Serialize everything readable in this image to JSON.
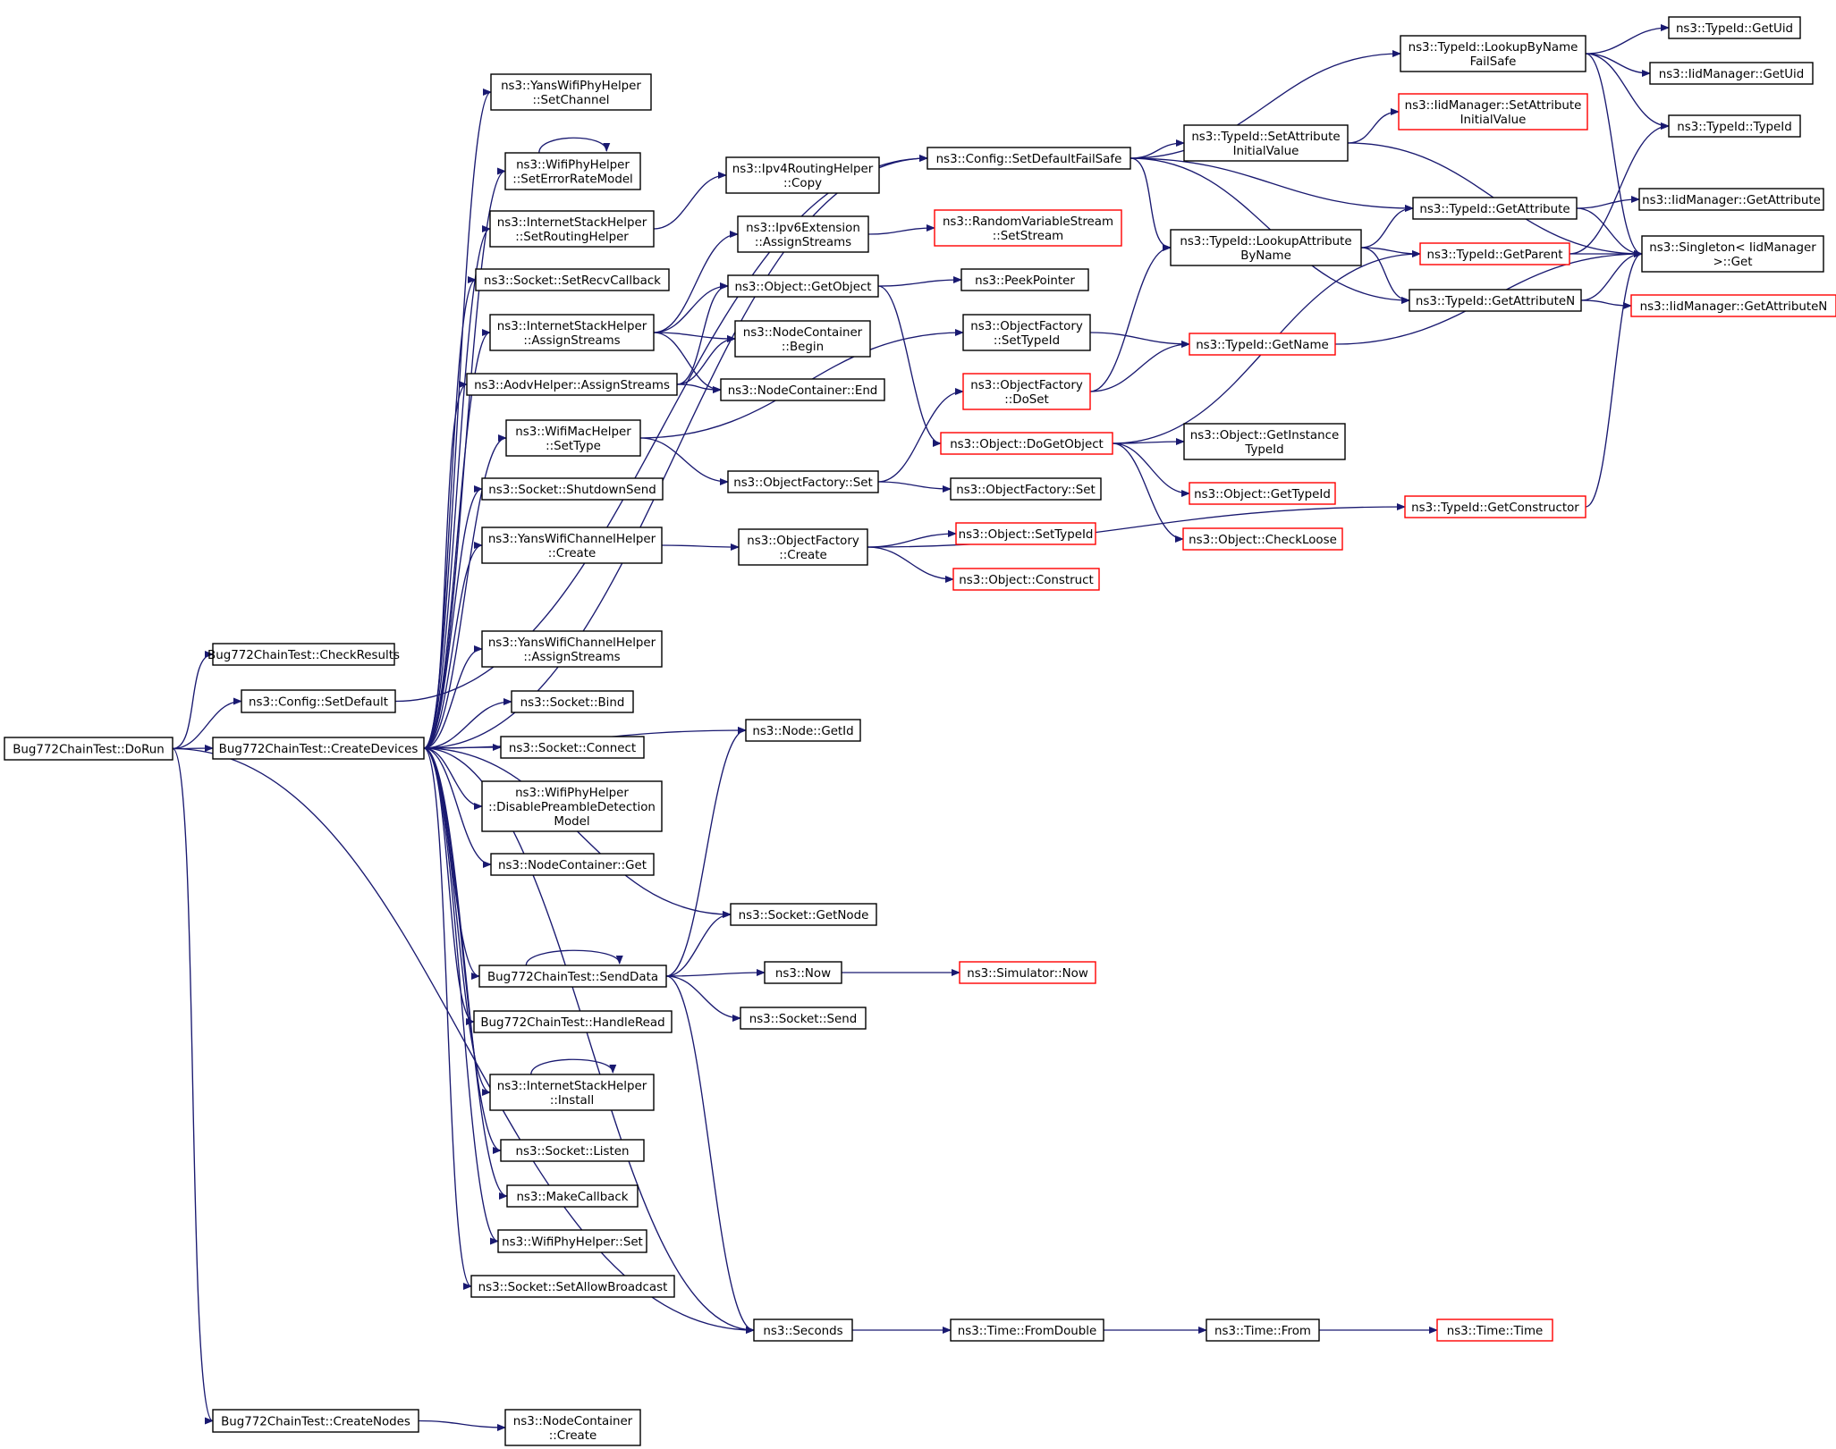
{
  "colors": {
    "edge": "#191970",
    "node_border": "#000000",
    "incomplete_node_border": "#ff0000",
    "root_fill": "#bfbfbf",
    "node_fill": "#ffffff"
  },
  "nodes": [
    {
      "id": "dorun",
      "lines": [
        "Bug772ChainTest::DoRun"
      ],
      "root": true
    },
    {
      "id": "checkresults",
      "lines": [
        "Bug772ChainTest::CheckResults"
      ]
    },
    {
      "id": "setdefault",
      "lines": [
        "ns3::Config::SetDefault"
      ]
    },
    {
      "id": "createdevices",
      "lines": [
        "Bug772ChainTest::CreateDevices"
      ]
    },
    {
      "id": "createnodes",
      "lines": [
        "Bug772ChainTest::CreateNodes"
      ]
    },
    {
      "id": "setdefaultfailsafe",
      "lines": [
        "ns3::Config::SetDefaultFailSafe"
      ]
    },
    {
      "id": "yanssetchannel",
      "lines": [
        "ns3::YansWifiPhyHelper",
        "::SetChannel"
      ]
    },
    {
      "id": "seterrorratemodel",
      "lines": [
        "ns3::WifiPhyHelper",
        "::SetErrorRateModel"
      ]
    },
    {
      "id": "setroutinghelper",
      "lines": [
        "ns3::InternetStackHelper",
        "::SetRoutingHelper"
      ]
    },
    {
      "id": "setrecvcallback",
      "lines": [
        "ns3::Socket::SetRecvCallback"
      ]
    },
    {
      "id": "ishassignstreams",
      "lines": [
        "ns3::InternetStackHelper",
        "::AssignStreams"
      ]
    },
    {
      "id": "aodvassignstreams",
      "lines": [
        "ns3::AodvHelper::AssignStreams"
      ]
    },
    {
      "id": "macsettype",
      "lines": [
        "ns3::WifiMacHelper",
        "::SetType"
      ]
    },
    {
      "id": "shutdownsend",
      "lines": [
        "ns3::Socket::ShutdownSend"
      ]
    },
    {
      "id": "ywchcreate",
      "lines": [
        "ns3::YansWifiChannelHelper",
        "::Create"
      ]
    },
    {
      "id": "ywchassign",
      "lines": [
        "ns3::YansWifiChannelHelper",
        "::AssignStreams"
      ]
    },
    {
      "id": "socketbind",
      "lines": [
        "ns3::Socket::Bind"
      ]
    },
    {
      "id": "socketconnect",
      "lines": [
        "ns3::Socket::Connect"
      ]
    },
    {
      "id": "disablepreamble",
      "lines": [
        "ns3::WifiPhyHelper",
        "::DisablePreambleDetection",
        "Model"
      ]
    },
    {
      "id": "ncget",
      "lines": [
        "ns3::NodeContainer::Get"
      ]
    },
    {
      "id": "senddata",
      "lines": [
        "Bug772ChainTest::SendData"
      ]
    },
    {
      "id": "handleread",
      "lines": [
        "Bug772ChainTest::HandleRead"
      ]
    },
    {
      "id": "ishinstall",
      "lines": [
        "ns3::InternetStackHelper",
        "::Install"
      ]
    },
    {
      "id": "socketlisten",
      "lines": [
        "ns3::Socket::Listen"
      ]
    },
    {
      "id": "makecallback",
      "lines": [
        "ns3::MakeCallback"
      ]
    },
    {
      "id": "wphset",
      "lines": [
        "ns3::WifiPhyHelper::Set"
      ]
    },
    {
      "id": "setallowbroadcast",
      "lines": [
        "ns3::Socket::SetAllowBroadcast"
      ]
    },
    {
      "id": "nccreate",
      "lines": [
        "ns3::NodeContainer",
        "::Create"
      ]
    },
    {
      "id": "ipv4copy",
      "lines": [
        "ns3::Ipv4RoutingHelper",
        "::Copy"
      ]
    },
    {
      "id": "ipv6ext",
      "lines": [
        "ns3::Ipv6Extension",
        "::AssignStreams"
      ]
    },
    {
      "id": "getobject",
      "lines": [
        "ns3::Object::GetObject"
      ]
    },
    {
      "id": "ncbegin",
      "lines": [
        "ns3::NodeContainer",
        "::Begin"
      ]
    },
    {
      "id": "ncend",
      "lines": [
        "ns3::NodeContainer::End"
      ]
    },
    {
      "id": "ofset",
      "lines": [
        "ns3::ObjectFactory::Set"
      ]
    },
    {
      "id": "ofcreate",
      "lines": [
        "ns3::ObjectFactory",
        "::Create"
      ]
    },
    {
      "id": "nodegetid",
      "lines": [
        "ns3::Node::GetId"
      ]
    },
    {
      "id": "socketgetnode",
      "lines": [
        "ns3::Socket::GetNode"
      ]
    },
    {
      "id": "now",
      "lines": [
        "ns3::Now"
      ]
    },
    {
      "id": "socketsend",
      "lines": [
        "ns3::Socket::Send"
      ]
    },
    {
      "id": "seconds",
      "lines": [
        "ns3::Seconds"
      ]
    },
    {
      "id": "rvsetstream",
      "lines": [
        "ns3::RandomVariableStream",
        "::SetStream"
      ],
      "incomplete": true
    },
    {
      "id": "peekpointer",
      "lines": [
        "ns3::PeekPointer"
      ]
    },
    {
      "id": "ofsettypeid",
      "lines": [
        "ns3::ObjectFactory",
        "::SetTypeId"
      ]
    },
    {
      "id": "ofdoset",
      "lines": [
        "ns3::ObjectFactory",
        "::DoSet"
      ],
      "incomplete": true
    },
    {
      "id": "dogetobject",
      "lines": [
        "ns3::Object::DoGetObject"
      ],
      "incomplete": true
    },
    {
      "id": "ofset2",
      "lines": [
        "ns3::ObjectFactory::Set"
      ]
    },
    {
      "id": "objsettypeid",
      "lines": [
        "ns3::Object::SetTypeId"
      ],
      "incomplete": true
    },
    {
      "id": "objconstruct",
      "lines": [
        "ns3::Object::Construct"
      ],
      "incomplete": true
    },
    {
      "id": "simnow",
      "lines": [
        "ns3::Simulator::Now"
      ],
      "incomplete": true
    },
    {
      "id": "fromdouble",
      "lines": [
        "ns3::Time::FromDouble"
      ]
    },
    {
      "id": "timefrom",
      "lines": [
        "ns3::Time::From"
      ]
    },
    {
      "id": "timetime",
      "lines": [
        "ns3::Time::Time"
      ],
      "incomplete": true
    },
    {
      "id": "lookupbynamefs",
      "lines": [
        "ns3::TypeId::LookupByName",
        "FailSafe"
      ]
    },
    {
      "id": "setattrinit",
      "lines": [
        "ns3::TypeId::SetAttribute",
        "InitialValue"
      ]
    },
    {
      "id": "lookupattrbyname",
      "lines": [
        "ns3::TypeId::LookupAttribute",
        "ByName"
      ]
    },
    {
      "id": "getname",
      "lines": [
        "ns3::TypeId::GetName"
      ],
      "incomplete": true
    },
    {
      "id": "getinstancetypeid",
      "lines": [
        "ns3::Object::GetInstance",
        "TypeId"
      ]
    },
    {
      "id": "objgettypeid",
      "lines": [
        "ns3::Object::GetTypeId"
      ],
      "incomplete": true
    },
    {
      "id": "checkloose",
      "lines": [
        "ns3::Object::CheckLoose"
      ],
      "incomplete": true
    },
    {
      "id": "getconstructor",
      "lines": [
        "ns3::TypeId::GetConstructor"
      ],
      "incomplete": true
    },
    {
      "id": "iidsetattrinit",
      "lines": [
        "ns3::IidManager::SetAttribute",
        "InitialValue"
      ],
      "incomplete": true
    },
    {
      "id": "getattribute",
      "lines": [
        "ns3::TypeId::GetAttribute"
      ]
    },
    {
      "id": "getparent",
      "lines": [
        "ns3::TypeId::GetParent"
      ],
      "incomplete": true
    },
    {
      "id": "getattributen",
      "lines": [
        "ns3::TypeId::GetAttributeN"
      ]
    },
    {
      "id": "getuid",
      "lines": [
        "ns3::TypeId::GetUid"
      ]
    },
    {
      "id": "iidgetuid",
      "lines": [
        "ns3::IidManager::GetUid"
      ]
    },
    {
      "id": "typeidtypeid",
      "lines": [
        "ns3::TypeId::TypeId"
      ]
    },
    {
      "id": "iidgetattribute",
      "lines": [
        "ns3::IidManager::GetAttribute"
      ]
    },
    {
      "id": "singletonget",
      "lines": [
        "ns3::Singleton< IidManager",
        " >::Get"
      ]
    },
    {
      "id": "iidgetattributen",
      "lines": [
        "ns3::IidManager::GetAttributeN"
      ],
      "incomplete": true
    }
  ],
  "edges": [
    [
      "dorun",
      "checkresults"
    ],
    [
      "dorun",
      "setdefault"
    ],
    [
      "dorun",
      "createdevices"
    ],
    [
      "dorun",
      "createnodes"
    ],
    [
      "dorun",
      "seconds"
    ],
    [
      "setdefault",
      "setdefaultfailsafe"
    ],
    [
      "createdevices",
      "yanssetchannel"
    ],
    [
      "createdevices",
      "seterrorratemodel"
    ],
    [
      "createdevices",
      "setroutinghelper"
    ],
    [
      "createdevices",
      "setrecvcallback"
    ],
    [
      "createdevices",
      "ishassignstreams"
    ],
    [
      "createdevices",
      "aodvassignstreams"
    ],
    [
      "createdevices",
      "macsettype"
    ],
    [
      "createdevices",
      "shutdownsend"
    ],
    [
      "createdevices",
      "ywchcreate"
    ],
    [
      "createdevices",
      "ywchassign"
    ],
    [
      "createdevices",
      "socketbind"
    ],
    [
      "createdevices",
      "socketconnect"
    ],
    [
      "createdevices",
      "disablepreamble"
    ],
    [
      "createdevices",
      "ncget"
    ],
    [
      "createdevices",
      "nodegetid"
    ],
    [
      "createdevices",
      "socketgetnode"
    ],
    [
      "createdevices",
      "senddata"
    ],
    [
      "createdevices",
      "handleread"
    ],
    [
      "createdevices",
      "ishinstall"
    ],
    [
      "createdevices",
      "socketlisten"
    ],
    [
      "createdevices",
      "makecallback"
    ],
    [
      "createdevices",
      "wphset"
    ],
    [
      "createdevices",
      "setallowbroadcast"
    ],
    [
      "createdevices",
      "seconds"
    ],
    [
      "createdevices",
      "setdefaultfailsafe"
    ],
    [
      "createnodes",
      "nccreate"
    ],
    [
      "seterrorratemodel",
      "seterrorratemodel"
    ],
    [
      "setroutinghelper",
      "ipv4copy"
    ],
    [
      "ishassignstreams",
      "ipv6ext"
    ],
    [
      "ishassignstreams",
      "getobject"
    ],
    [
      "ishassignstreams",
      "ncbegin"
    ],
    [
      "ishassignstreams",
      "ncend"
    ],
    [
      "aodvassignstreams",
      "getobject"
    ],
    [
      "aodvassignstreams",
      "ncbegin"
    ],
    [
      "aodvassignstreams",
      "ncend"
    ],
    [
      "macsettype",
      "ofset"
    ],
    [
      "macsettype",
      "ofsettypeid"
    ],
    [
      "ywchcreate",
      "ofcreate"
    ],
    [
      "senddata",
      "senddata"
    ],
    [
      "senddata",
      "nodegetid"
    ],
    [
      "senddata",
      "socketgetnode"
    ],
    [
      "senddata",
      "now"
    ],
    [
      "senddata",
      "socketsend"
    ],
    [
      "senddata",
      "seconds"
    ],
    [
      "ishinstall",
      "ishinstall"
    ],
    [
      "ipv6ext",
      "rvsetstream"
    ],
    [
      "getobject",
      "peekpointer"
    ],
    [
      "getobject",
      "dogetobject"
    ],
    [
      "ofset",
      "ofdoset"
    ],
    [
      "ofset",
      "ofset2"
    ],
    [
      "ofcreate",
      "objsettypeid"
    ],
    [
      "ofcreate",
      "objconstruct"
    ],
    [
      "ofcreate",
      "getconstructor"
    ],
    [
      "now",
      "simnow"
    ],
    [
      "seconds",
      "fromdouble"
    ],
    [
      "fromdouble",
      "timefrom"
    ],
    [
      "timefrom",
      "timetime"
    ],
    [
      "ofsettypeid",
      "getname"
    ],
    [
      "ofdoset",
      "lookupattrbyname"
    ],
    [
      "ofdoset",
      "getname"
    ],
    [
      "dogetobject",
      "getinstancetypeid"
    ],
    [
      "dogetobject",
      "objgettypeid"
    ],
    [
      "dogetobject",
      "checkloose"
    ],
    [
      "dogetobject",
      "getparent"
    ],
    [
      "setdefaultfailsafe",
      "lookupbynamefs"
    ],
    [
      "setdefaultfailsafe",
      "setattrinit"
    ],
    [
      "setdefaultfailsafe",
      "lookupattrbyname"
    ],
    [
      "setdefaultfailsafe",
      "getattribute"
    ],
    [
      "setdefaultfailsafe",
      "getattributen"
    ],
    [
      "lookupbynamefs",
      "getuid"
    ],
    [
      "lookupbynamefs",
      "iidgetuid"
    ],
    [
      "lookupbynamefs",
      "typeidtypeid"
    ],
    [
      "lookupbynamefs",
      "singletonget"
    ],
    [
      "setattrinit",
      "iidsetattrinit"
    ],
    [
      "setattrinit",
      "singletonget"
    ],
    [
      "lookupattrbyname",
      "getattribute"
    ],
    [
      "lookupattrbyname",
      "getparent"
    ],
    [
      "lookupattrbyname",
      "getattributen"
    ],
    [
      "getattribute",
      "iidgetattribute"
    ],
    [
      "getattribute",
      "singletonget"
    ],
    [
      "getparent",
      "typeidtypeid"
    ],
    [
      "getparent",
      "singletonget"
    ],
    [
      "getattributen",
      "iidgetattributen"
    ],
    [
      "getattributen",
      "singletonget"
    ],
    [
      "getname",
      "singletonget"
    ],
    [
      "getconstructor",
      "singletonget"
    ]
  ]
}
